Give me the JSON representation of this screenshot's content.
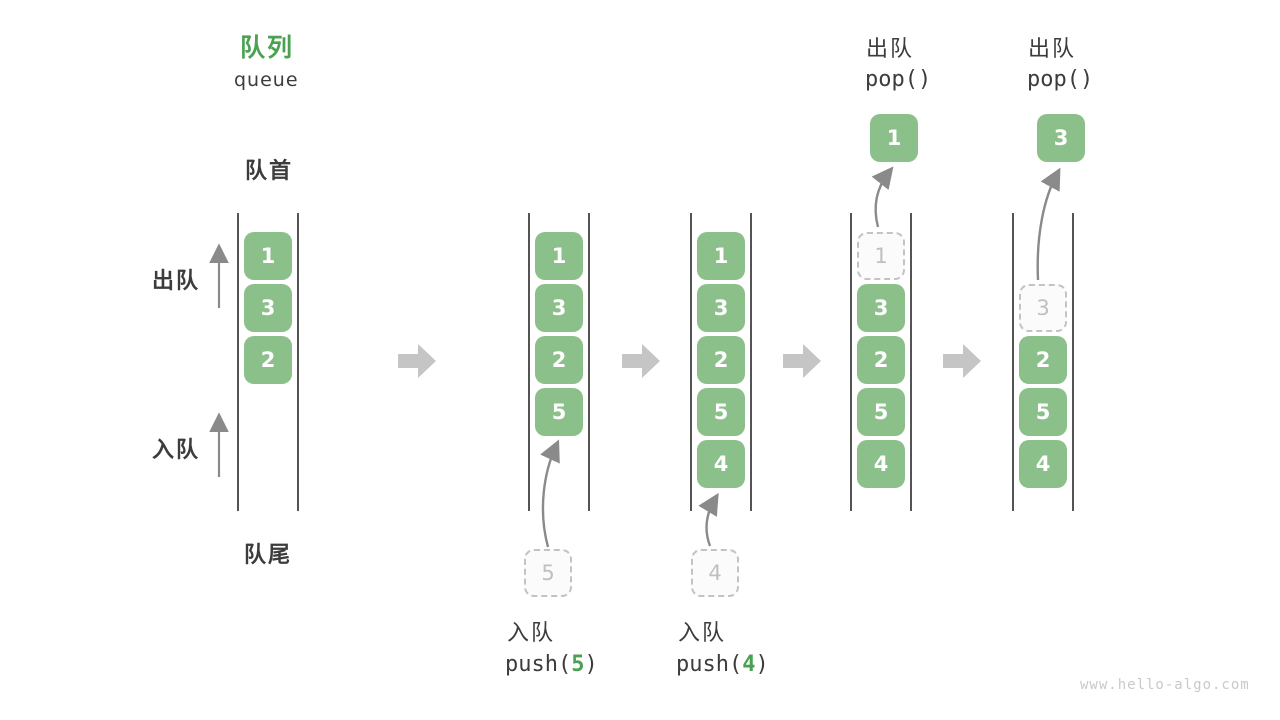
{
  "header": {
    "title": "队列",
    "subtitle": "queue"
  },
  "labels": {
    "front": "队首",
    "rear": "队尾",
    "dequeue_side": "出队",
    "enqueue_side": "入队"
  },
  "watermark": "www.hello-algo.com",
  "colors": {
    "cell_green": "#8cc08a",
    "accent_green": "#4aa152",
    "text_dark": "#3c3c3c",
    "ghost_border_gray": "#c3c3c3",
    "thin_arrow_gray": "#8a8a8a",
    "flow_arrow_gray": "#c5c5c5"
  },
  "columns": [
    {
      "name": "state-initial",
      "cells": [
        {
          "value": "1"
        },
        {
          "value": "3"
        },
        {
          "value": "2"
        }
      ]
    },
    {
      "name": "state-after-push-5",
      "cells": [
        {
          "value": "1"
        },
        {
          "value": "3"
        },
        {
          "value": "2"
        },
        {
          "value": "5"
        }
      ]
    },
    {
      "name": "state-after-push-4",
      "cells": [
        {
          "value": "1"
        },
        {
          "value": "3"
        },
        {
          "value": "2"
        },
        {
          "value": "5"
        },
        {
          "value": "4"
        }
      ]
    },
    {
      "name": "state-after-pop-1",
      "cells": [
        {
          "value": "1",
          "ghost": true
        },
        {
          "value": "3"
        },
        {
          "value": "2"
        },
        {
          "value": "5"
        },
        {
          "value": "4"
        }
      ]
    },
    {
      "name": "state-after-pop-3",
      "cells": [
        {
          "value": "3",
          "ghost": true
        },
        {
          "value": "2"
        },
        {
          "value": "5"
        },
        {
          "value": "4"
        }
      ]
    }
  ],
  "operations": {
    "push5": {
      "label": "入队",
      "call_prefix": "push(",
      "arg": "5",
      "call_suffix": ")",
      "staged_value": "5"
    },
    "push4": {
      "label": "入队",
      "call_prefix": "push(",
      "arg": "4",
      "call_suffix": ")",
      "staged_value": "4"
    },
    "pop1": {
      "label": "出队",
      "call": "pop()",
      "popped_value": "1"
    },
    "pop3": {
      "label": "出队",
      "call": "pop()",
      "popped_value": "3"
    }
  }
}
